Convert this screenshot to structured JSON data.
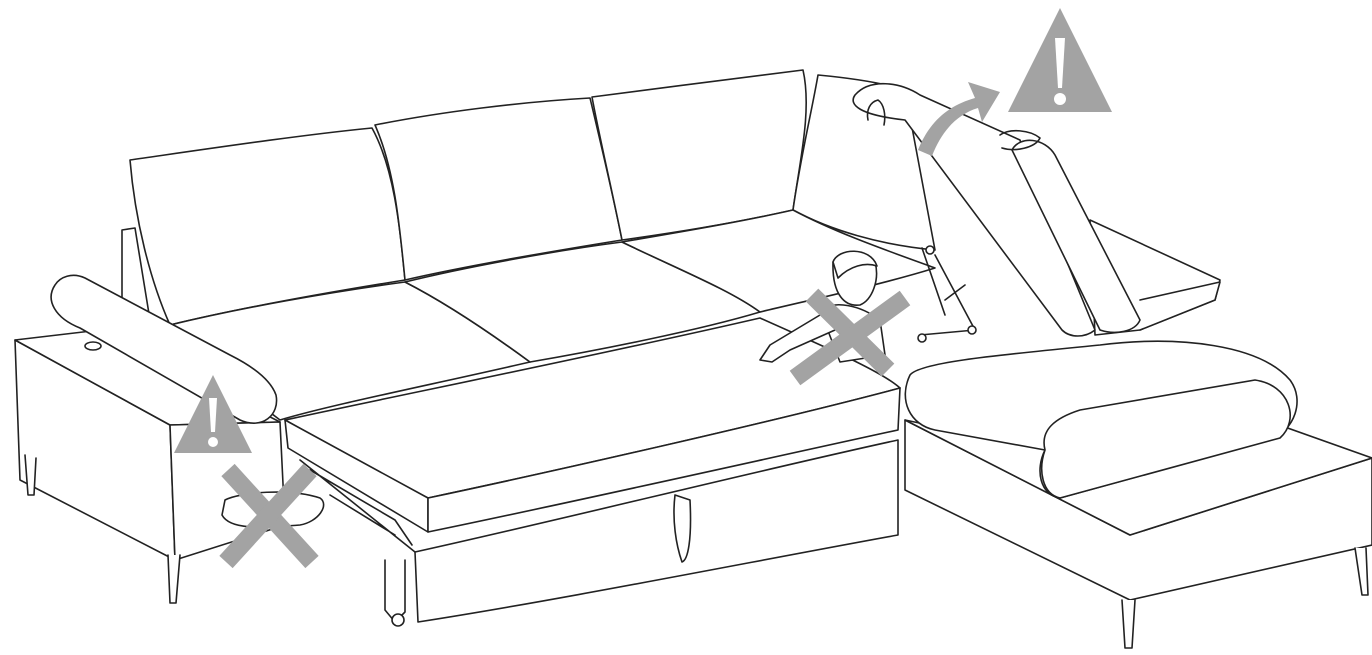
{
  "figure": {
    "subject": "sectional-sofa-bed-safety-warnings",
    "line_color": "#222222",
    "warning_color": "#a3a3a3",
    "cross_color": "#a3a3a3",
    "background": "#ffffff"
  },
  "warnings": [
    {
      "id": "warning-triangle-storage-lid",
      "icon": "exclamation-triangle-icon"
    },
    {
      "id": "warning-triangle-armrest",
      "icon": "exclamation-triangle-icon"
    }
  ],
  "prohibitions": [
    {
      "id": "no-child-near-mechanism",
      "icon": "cross-icon"
    },
    {
      "id": "no-objects-under-bed-frame",
      "icon": "cross-icon"
    }
  ],
  "motion_arrows": [
    {
      "id": "lift-lid-arrow",
      "icon": "curved-arrow-icon"
    }
  ]
}
